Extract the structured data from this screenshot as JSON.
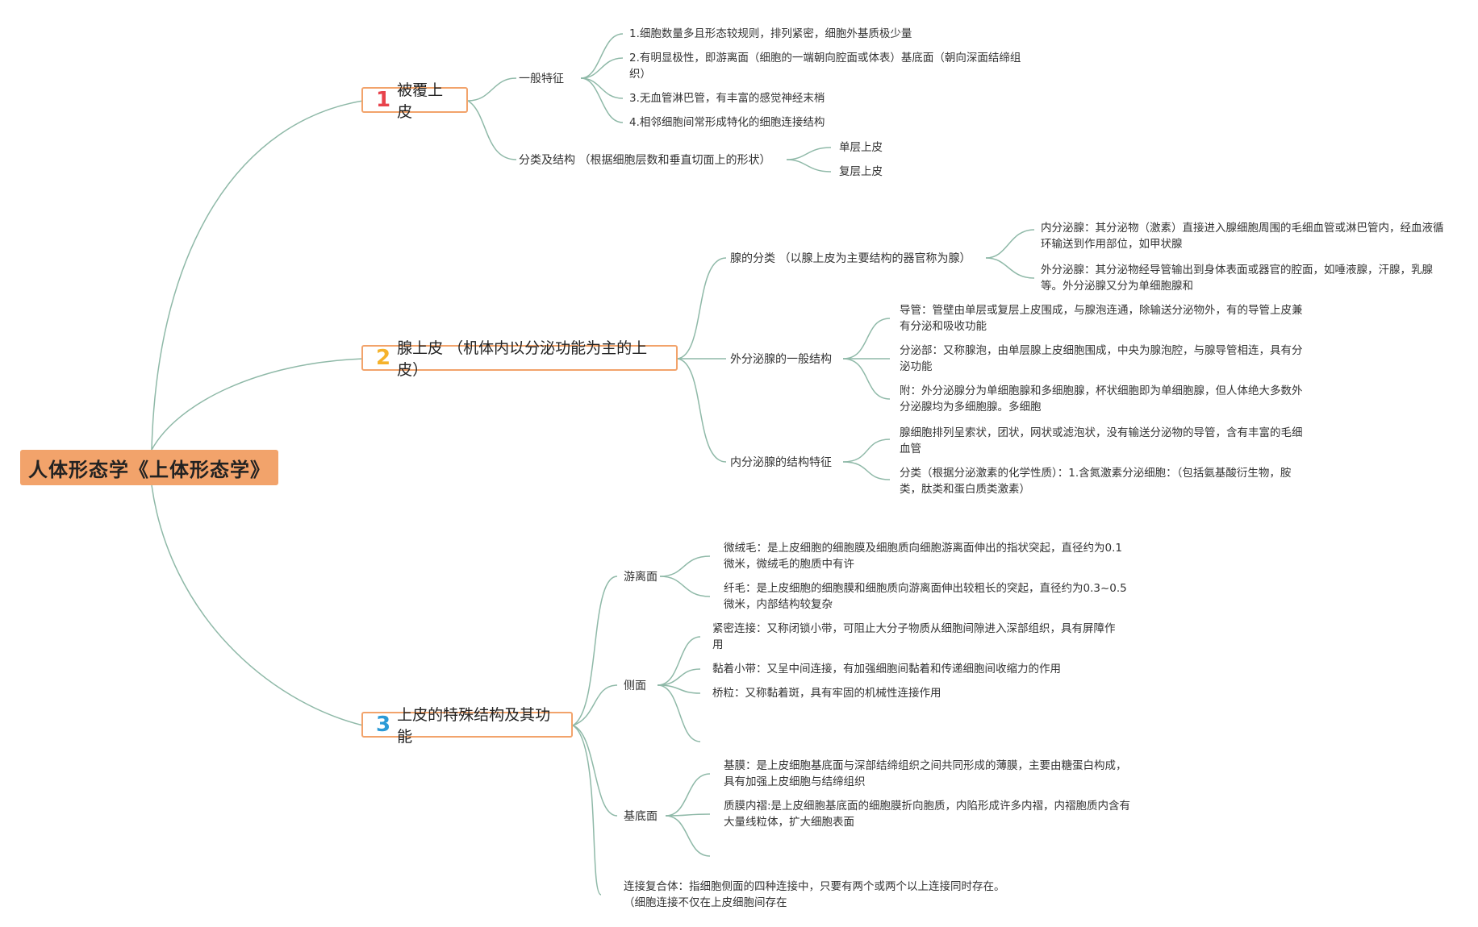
{
  "root": {
    "label": "人体形态学《上体形态学》"
  },
  "branch1": {
    "number": "1",
    "number_color": "#e8434c",
    "label": "被覆上皮",
    "general": {
      "label": "一般特征",
      "items": [
        "1.细胞数量多且形态较规则，排列紧密，细胞外基质极少量",
        "2.有明显极性，即游离面（细胞的一端朝向腔面或体表）基底面（朝向深面结缔组织）",
        "3.无血管淋巴管，有丰富的感觉神经末梢",
        "4.相邻细胞间常形成特化的细胞连接结构"
      ]
    },
    "classify": {
      "label": "分类及结构 （根据细胞层数和垂直切面上的形状）",
      "items": [
        "单层上皮",
        "复层上皮"
      ]
    }
  },
  "branch2": {
    "number": "2",
    "number_color": "#f5b22b",
    "label": "腺上皮 （机体内以分泌功能为主的上皮）",
    "gland_class": {
      "label": "腺的分类 （以腺上皮为主要结构的器官称为腺）",
      "items": [
        "内分泌腺：其分泌物（激素）直接进入腺细胞周围的毛细血管或淋巴管内，经血液循环输送到作用部位，如甲状腺",
        "外分泌腺：其分泌物经导管输出到身体表面或器官的腔面，如唾液腺，汗腺，乳腺等。外分泌腺又分为单细胞腺和"
      ]
    },
    "exocrine": {
      "label": "外分泌腺的一般结构",
      "items": [
        "导管：管壁由单层或复层上皮围成，与腺泡连通，除输送分泌物外，有的导管上皮兼有分泌和吸收功能",
        "分泌部：又称腺泡，由单层腺上皮细胞围成，中央为腺泡腔，与腺导管相连，具有分泌功能",
        "附：外分泌腺分为单细胞腺和多细胞腺，杯状细胞即为单细胞腺，但人体绝大多数外分泌腺均为多细胞腺。多细胞"
      ]
    },
    "endocrine": {
      "label": "内分泌腺的结构特征",
      "items": [
        "腺细胞排列呈索状，团状，网状或滤泡状，没有输送分泌物的导管，含有丰富的毛细血管",
        "分类（根据分泌激素的化学性质）：1.含氮激素分泌细胞：（包括氨基酸衍生物，胺类，肽类和蛋白质类激素）"
      ]
    }
  },
  "branch3": {
    "number": "3",
    "number_color": "#2b9ad6",
    "label": "上皮的特殊结构及其功能",
    "free": {
      "label": "游离面",
      "items": [
        "微绒毛：是上皮细胞的细胞膜及细胞质向细胞游离面伸出的指状突起，直径约为0.1微米，微绒毛的胞质中有许",
        "纤毛：是上皮细胞的细胞膜和细胞质向游离面伸出较粗长的突起，直径约为0.3~0.5微米，内部结构较复杂"
      ]
    },
    "lateral": {
      "label": "侧面",
      "items": [
        "紧密连接：又称闭锁小带，可阻止大分子物质从细胞间隙进入深部组织，具有屏障作用",
        "黏着小带：又呈中间连接，有加强细胞间黏着和传递细胞间收缩力的作用",
        "桥粒：又称黏着斑，具有牢固的机械性连接作用"
      ]
    },
    "basal": {
      "label": "基底面",
      "items": [
        "基膜：是上皮细胞基底面与深部结缔组织之间共同形成的薄膜，主要由糖蛋白构成，具有加强上皮细胞与结缔组织",
        "质膜内褶:是上皮细胞基底面的细胞膜折向胞质，内陷形成许多内褶，内褶胞质内含有大量线粒体，扩大细胞表面"
      ]
    },
    "complex": {
      "line1": "连接复合体：指细胞侧面的四种连接中，只要有两个或两个以上连接同时存在。",
      "line2": "（细胞连接不仅在上皮细胞间存在"
    }
  },
  "colors": {
    "root_fill": "#f2a36b",
    "branch_border": "#f2a36b",
    "connector": "#8fb9a8"
  }
}
